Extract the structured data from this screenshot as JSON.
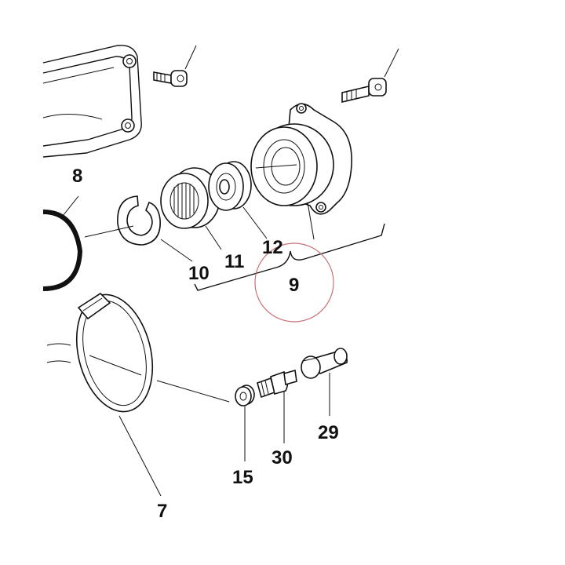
{
  "callouts": {
    "c7": "7",
    "c8": "8",
    "c9": "9",
    "c10": "10",
    "c11": "11",
    "c12": "12",
    "c15": "15",
    "c29": "29",
    "c30": "30"
  },
  "colors": {
    "ink": "#111111",
    "highlight_circle": "#c8707a",
    "background": "#ffffff"
  }
}
